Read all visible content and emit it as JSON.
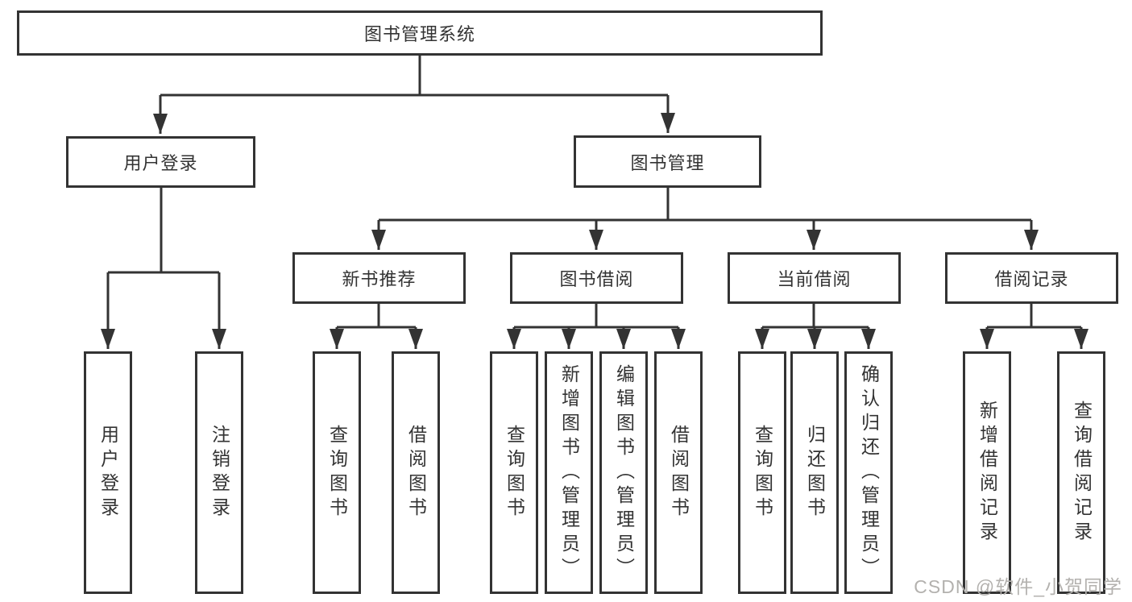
{
  "colors": {
    "line": "#333333",
    "text": "#333333",
    "background": "#ffffff",
    "watermark": "#b3b1ae"
  },
  "tree": {
    "label": "图书管理系统",
    "children": [
      {
        "label": "用户登录",
        "children": [
          {
            "label": "用户登录"
          },
          {
            "label": "注销登录"
          }
        ]
      },
      {
        "label": "图书管理",
        "children": [
          {
            "label": "新书推荐",
            "children": [
              {
                "label": "查询图书"
              },
              {
                "label": "借阅图书"
              }
            ]
          },
          {
            "label": "图书借阅",
            "children": [
              {
                "label": "查询图书"
              },
              {
                "label": "新增图书（管理员）"
              },
              {
                "label": "编辑图书（管理员）"
              },
              {
                "label": "借阅图书"
              }
            ]
          },
          {
            "label": "当前借阅",
            "children": [
              {
                "label": "查询图书"
              },
              {
                "label": "归还图书"
              },
              {
                "label": "确认归还（管理员）"
              }
            ]
          },
          {
            "label": "借阅记录",
            "children": [
              {
                "label": "新增借阅记录"
              },
              {
                "label": "查询借阅记录"
              }
            ]
          }
        ]
      }
    ]
  },
  "watermark": {
    "text": "CSDN @软件_小贺同学"
  }
}
